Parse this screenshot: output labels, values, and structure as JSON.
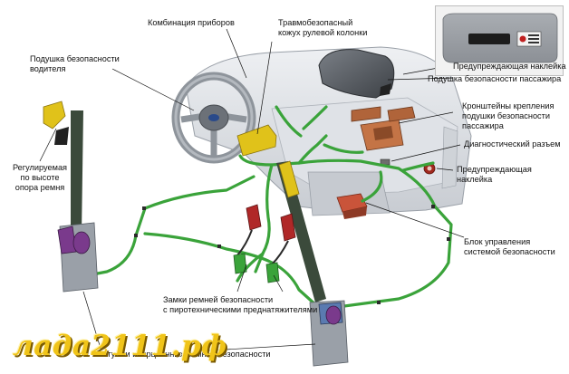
{
  "labels": {
    "instrument_cluster": "Комбинация приборов",
    "steering_column_cover": "Травмобезопасный\nкожух рулевой колонки",
    "driver_airbag": "Подушка безопасности\nводителя",
    "warning_sticker_top": "Предупреждающая наклейка",
    "passenger_airbag": "Подушка безопасности пассажира",
    "passenger_airbag_brackets": "Кронштейны крепления\nподушки безопасности\nпассажира",
    "diagnostic_connector": "Диагностический разъем",
    "warning_sticker_side": "Предупреждающая наклейка",
    "adjustable_anchor": "Регулируемая\nпо высоте\nопора ремня",
    "safety_control_unit": "Блок управления\nсистемой безопасности",
    "belt_buckles": "Замки ремней безопасности\nс пиротехническими преднатяжителями",
    "inertia_belts": "Катушки инерционных ремней безопасности"
  },
  "watermark": "лада2111.рф",
  "colors": {
    "harness": "#3aa33a",
    "dashboard": "#d9dde3",
    "airbag": "#555a60",
    "belt": "#3b4a3b",
    "bracket": "#b0643a",
    "buckle": "#b02828",
    "anchor_yellow": "#e0c21a",
    "pretensioner_purple": "#7a3a8c",
    "watermark": "#f0c419"
  }
}
